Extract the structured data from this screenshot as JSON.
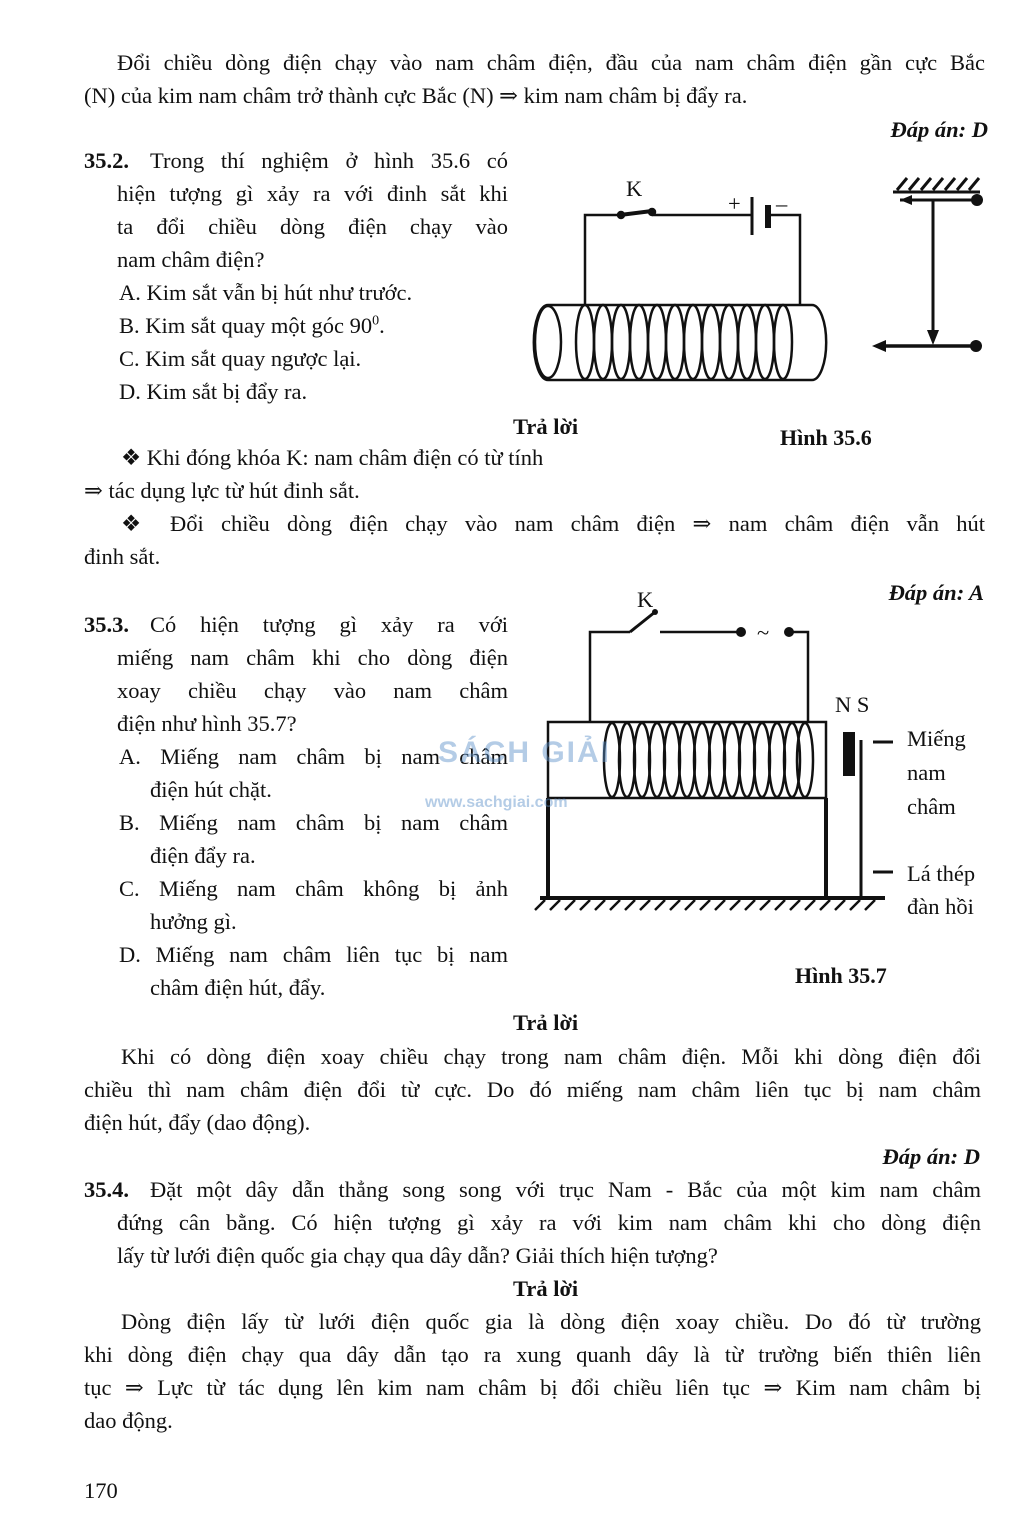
{
  "intro": {
    "line1": "Đổi chiều dòng điện chạy vào nam châm điện, đầu của nam châm điện gần cực Bắc",
    "line2": "(N) của kim nam châm trở thành cực Bắc (N) ⇒ kim nam châm bị đẩy ra.",
    "answer": "Đáp án: D"
  },
  "q352": {
    "number": "35.2.",
    "lines": [
      "Trong thí nghiệm ở hình 35.6 có",
      "hiện tượng gì xảy ra với đinh sắt khi",
      "ta đổi chiều dòng điện chạy vào",
      "nam châm điện?"
    ],
    "options": [
      "A. Kim sắt vẫn bị hút như trước.",
      "B. Kim sắt quay một góc 90",
      "C. Kim sắt quay ngược lại.",
      "D. Kim sắt bị đẩy ra."
    ],
    "option_b_sup": "0",
    "option_b_end": ".",
    "answer_heading": "Trả lời",
    "answer_lines": [
      "❖ Khi đóng khóa K: nam châm điện có từ tính",
      "⇒ tác dụng lực từ hút đinh sắt.",
      "❖ Đổi chiều dòng điện chạy vào nam châm điện ⇒ nam châm điện vẫn hút",
      "đinh sắt."
    ],
    "answer": "Đáp án: A"
  },
  "fig356": {
    "switch_label": "K",
    "plus": "+",
    "minus": "–",
    "caption": "Hình 35.6"
  },
  "q353": {
    "number": "35.3.",
    "lines": [
      "Có hiện tượng gì xảy ra với",
      "miếng nam châm khi cho dòng điện",
      "xoay chiều chạy vào nam châm",
      "điện như hình 35.7?"
    ],
    "options": [
      [
        "A. Miếng nam châm bị nam châm",
        "điện hút chặt."
      ],
      [
        "B. Miếng nam châm bị nam châm",
        "điện đẩy ra."
      ],
      [
        "C. Miếng nam châm không bị ảnh",
        "hưởng gì."
      ],
      [
        "D. Miếng nam châm liên tục bị nam",
        "châm điện hút, đẩy."
      ]
    ],
    "answer_heading": "Trả lời",
    "answer_lines": [
      "Khi có dòng điện xoay chiều chạy trong nam châm điện. Mỗi khi dòng điện đổi",
      "chiều thì nam châm điện đổi từ cực. Do đó miếng nam châm liên tục bị nam châm",
      "điện hút, đẩy (dao động)."
    ],
    "answer": "Đáp án: D"
  },
  "fig357": {
    "switch_label": "K",
    "ac_symbol": "~",
    "pole_labels": "N S",
    "magnet_label": [
      "Miếng",
      "nam",
      "châm"
    ],
    "steel_label": [
      "Lá thép",
      "đàn hồi"
    ],
    "caption": "Hình 35.7"
  },
  "watermark": {
    "brand": "SÁCH GIẢI",
    "url": "www.sachgiai.com"
  },
  "q354": {
    "number": "35.4.",
    "lines": [
      "Đặt một dây dẫn thẳng song song với trục Nam - Bắc của một kim nam châm",
      "đứng cân bằng. Có hiện tượng gì xảy ra với kim nam châm khi cho dòng điện",
      "lấy từ lưới điện quốc gia chạy qua dây dẫn? Giải thích hiện tượng?"
    ],
    "answer_heading": "Trả lời",
    "answer_lines": [
      "Dòng điện lấy từ lưới điện quốc gia là dòng điện xoay chiều. Do đó từ trường",
      "khi dòng điện chạy qua dây dẫn tạo ra xung quanh dây là từ trường biến thiên liên",
      "tục ⇒ Lực từ tác dụng lên kim nam châm bị đổi chiều liên tục ⇒ Kim nam châm bị",
      "dao động."
    ]
  },
  "page_number": "170"
}
